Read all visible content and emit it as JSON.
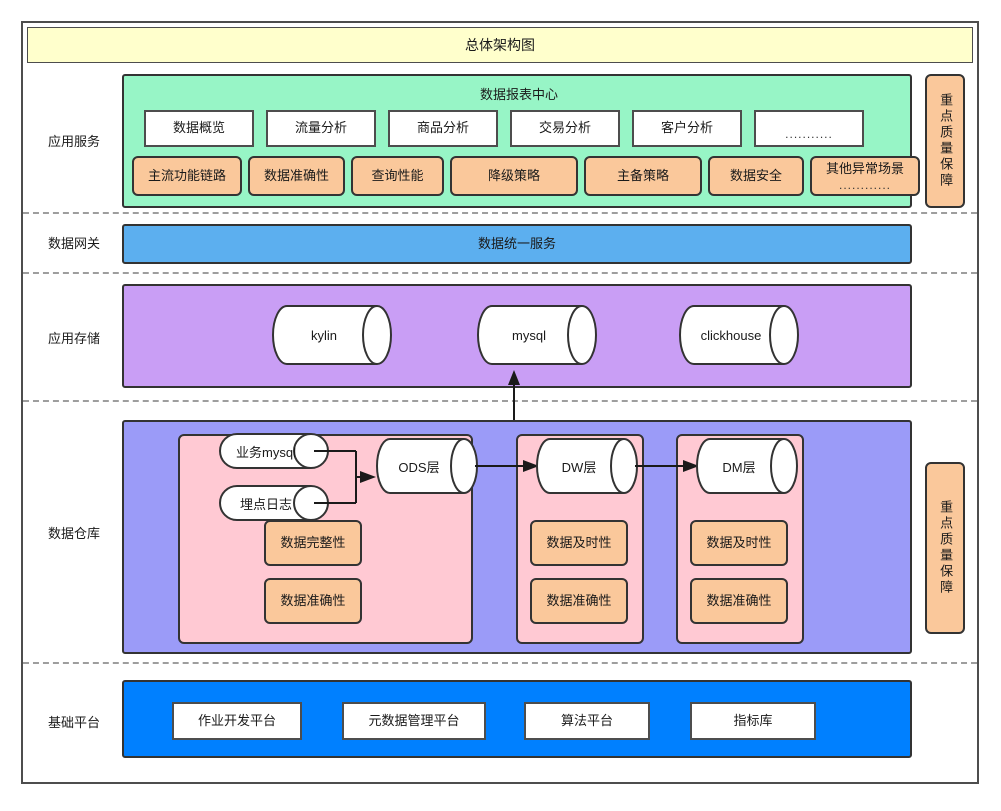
{
  "diagram": {
    "title": "总体架构图",
    "bands": [
      {
        "id": "app",
        "label": "应用服务"
      },
      {
        "id": "gw",
        "label": "数据网关"
      },
      {
        "id": "store",
        "label": "应用存储"
      },
      {
        "id": "dw",
        "label": "数据仓库"
      },
      {
        "id": "base",
        "label": "基础平台"
      }
    ]
  },
  "app_services": {
    "heading": "数据报表中心",
    "reports": [
      {
        "label": "数据概览"
      },
      {
        "label": "流量分析"
      },
      {
        "label": "商品分析"
      },
      {
        "label": "交易分析"
      },
      {
        "label": "客户分析"
      },
      {
        "label": "",
        "dots": "..........."
      }
    ],
    "quality_items": [
      {
        "label": "主流功能链路",
        "dots": ""
      },
      {
        "label": "数据准确性",
        "dots": ""
      },
      {
        "label": "查询性能",
        "dots": ""
      },
      {
        "label": "降级策略",
        "dots": ""
      },
      {
        "label": "主备策略",
        "dots": ""
      },
      {
        "label": "数据安全",
        "dots": ""
      },
      {
        "label": "其他异常场景",
        "dots": "............"
      }
    ]
  },
  "gateway": {
    "service_label": "数据统一服务"
  },
  "app_storage": {
    "stores": [
      {
        "label": "kylin"
      },
      {
        "label": "mysql"
      },
      {
        "label": "clickhouse"
      }
    ]
  },
  "data_warehouse": {
    "sources": [
      {
        "label": "业务mysql"
      },
      {
        "label": "埋点日志"
      }
    ],
    "layers": [
      {
        "name": "ODS层",
        "checks": [
          "数据完整性",
          "数据准确性"
        ]
      },
      {
        "name": "DW层",
        "checks": [
          "数据及时性",
          "数据准确性"
        ]
      },
      {
        "name": "DM层",
        "checks": [
          "数据及时性",
          "数据准确性"
        ]
      }
    ]
  },
  "base_platform": {
    "platforms": [
      {
        "label": "作业开发平台"
      },
      {
        "label": "元数据管理平台"
      },
      {
        "label": "算法平台"
      },
      {
        "label": "指标库"
      }
    ]
  },
  "quality_assurance": {
    "top_label": "重点质量保障",
    "bottom_label": "重点质量保障"
  },
  "colors": {
    "title_bg": "#ffffcc",
    "app_band": "#97f5c6",
    "gateway_band": "#5cafef",
    "storage_band": "#c99ef5",
    "warehouse_band": "#9b9bf8",
    "base_band": "#0080ff",
    "layer_group": "#ffc9d3",
    "quality_box": "#fac89b",
    "stroke": "#333333"
  }
}
